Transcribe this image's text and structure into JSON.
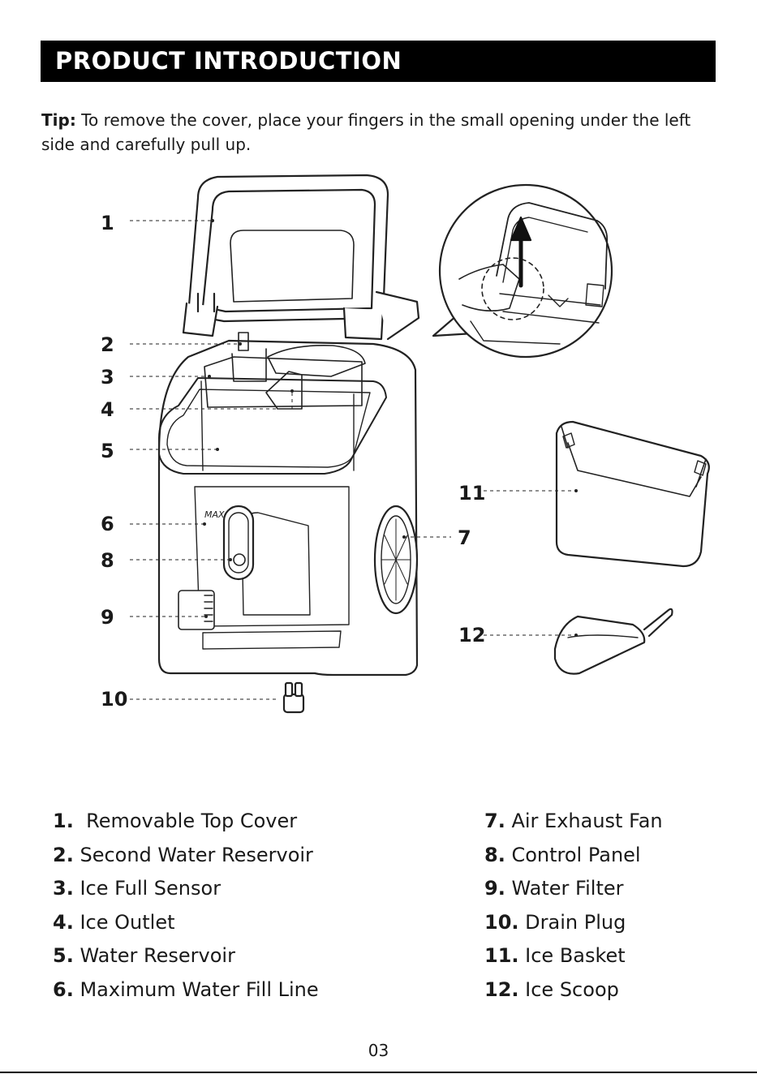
{
  "header": {
    "title": "PRODUCT INTRODUCTION"
  },
  "tip": {
    "label": "Tip:",
    "text": "To remove the cover, place your fingers in the small opening under the left side and carefully pull up."
  },
  "callouts": {
    "c1": "1",
    "c2": "2",
    "c3": "3",
    "c4": "4",
    "c5": "5",
    "c6": "6",
    "c7": "7",
    "c8": "8",
    "c9": "9",
    "c10": "10",
    "c11": "11",
    "c12": "12"
  },
  "diagram_text": {
    "max_mark": "MAX"
  },
  "parts_left": [
    {
      "num": "1.",
      "name": "Removable Top Cover"
    },
    {
      "num": "2.",
      "name": "Second Water Reservoir"
    },
    {
      "num": "3.",
      "name": "Ice Full Sensor"
    },
    {
      "num": "4.",
      "name": "Ice Outlet"
    },
    {
      "num": "5.",
      "name": "Water Reservoir"
    },
    {
      "num": "6.",
      "name": "Maximum Water Fill Line"
    }
  ],
  "parts_right": [
    {
      "num": "7.",
      "name": "Air Exhaust Fan"
    },
    {
      "num": "8.",
      "name": "Control Panel"
    },
    {
      "num": "9.",
      "name": "Water Filter"
    },
    {
      "num": "10.",
      "name": "Drain Plug"
    },
    {
      "num": "11.",
      "name": "Ice Basket"
    },
    {
      "num": "12.",
      "name": "Ice Scoop"
    }
  ],
  "footer": {
    "page_number": "03"
  }
}
